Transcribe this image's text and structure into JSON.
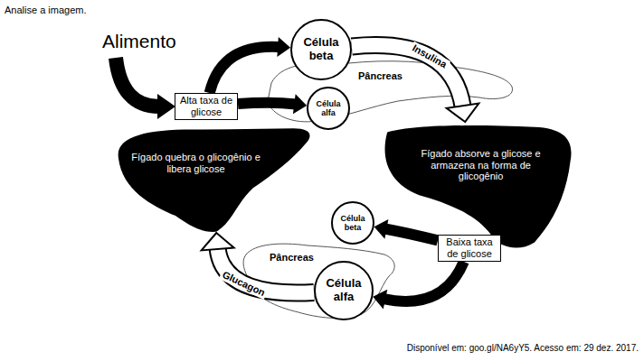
{
  "diagram": {
    "title": "Analise a imagem.",
    "caption": "Disponível em: goo.gl/NA6yY5. Acesso em: 29 dez. 2017.",
    "nodes": [
      {
        "text": [
          "Alta taxa de glicose"
        ]
      },
      {
        "text": [
          "Célula beta"
        ]
      },
      {
        "text": [
          "Célula alfa"
        ]
      },
      {
        "text": [
          "Fígado quebra o glicogênio e libera glicose"
        ]
      },
      {
        "text": [
          "Fígado absorve a glicose e armazena na forma de glicogênio"
        ]
      },
      {
        "text": [
          "Baixa taxa de glicose"
        ]
      },
      {
        "text": [
          "Célula beta"
        ]
      },
      {
        "text": [
          "Célula alfa"
        ]
      }
    ],
    "edges": [
      {
        "from": 0,
        "to": 1,
        "arrow": "to"
      },
      {
        "from": 0,
        "to": 2,
        "arrow": "to"
      },
      {
        "from": 1,
        "to": 4,
        "label": "Insulina",
        "arrow": "to"
      },
      {
        "from": 5,
        "to": 6,
        "arrow": "to"
      },
      {
        "from": 5,
        "to": 7,
        "arrow": "to"
      },
      {
        "from": 7,
        "to": 3,
        "label": "Glucagon",
        "arrow": "to"
      }
    ],
    "labels": [
      "Alimento",
      "Pâncreas",
      "Pâncreas"
    ]
  }
}
